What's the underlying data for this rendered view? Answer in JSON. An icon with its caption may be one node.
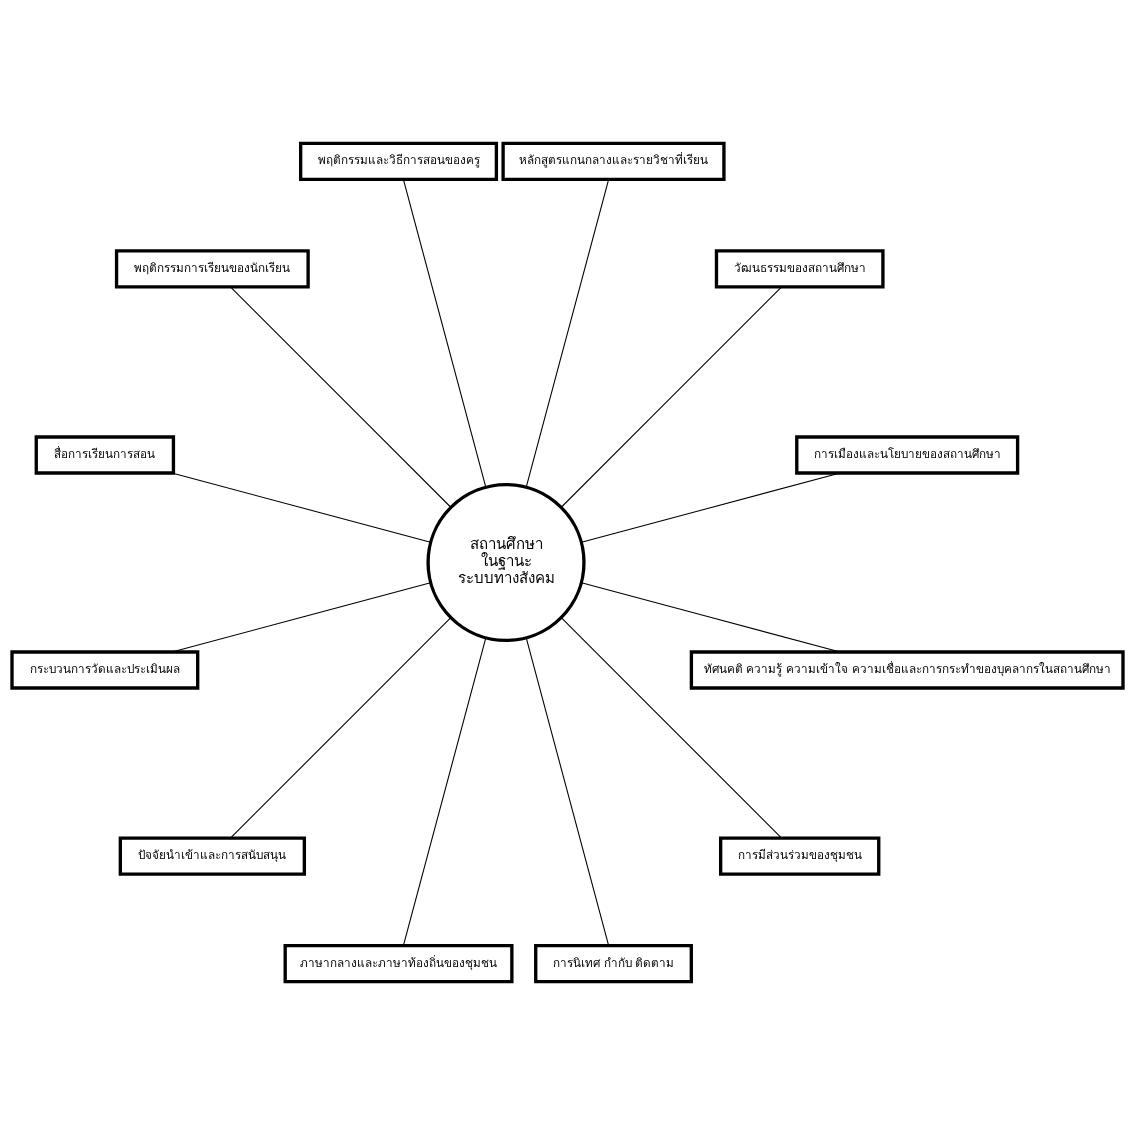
{
  "diagram": {
    "nodes": [
      {
        "text": [
          "สถานศึกษา",
          "ในฐานะ",
          "ระบบทางสังคม"
        ]
      },
      {
        "text": [
          "การเมืองและนโยบายของสถานศึกษา"
        ]
      },
      {
        "text": [
          "วัฒนธรรมของสถานศึกษา"
        ]
      },
      {
        "text": [
          "หลักสูตรแกนกลางและรายวิชาที่เรียน"
        ]
      },
      {
        "text": [
          "พฤติกรรมและวิธีการสอนของครู"
        ]
      },
      {
        "text": [
          "พฤติกรรมการเรียนของนักเรียน"
        ]
      },
      {
        "text": [
          "สื่อการเรียนการสอน"
        ]
      },
      {
        "text": [
          "กระบวนการวัดและประเมินผล"
        ]
      },
      {
        "text": [
          "ปัจจัยนำเข้าและการสนับสนุน"
        ]
      },
      {
        "text": [
          "ภาษากลางและภาษาท้องถิ่นของชุมชน"
        ]
      },
      {
        "text": [
          "การนิเทศ กำกับ ติดตาม"
        ]
      },
      {
        "text": [
          "การมีส่วนร่วมของชุมชน"
        ]
      },
      {
        "text": [
          "ทัศนคติ ความรู้ ความเข้าใจ ความเชื่อและการกระทำของบุคลากรในสถานศึกษา"
        ]
      }
    ],
    "edges": [
      {
        "from": 0,
        "to": 1,
        "arrow": "none"
      },
      {
        "from": 0,
        "to": 3,
        "arrow": "none"
      },
      {
        "from": 0,
        "to": 5,
        "arrow": "none"
      },
      {
        "from": 0,
        "to": 7,
        "arrow": "none"
      },
      {
        "from": 0,
        "to": 8,
        "arrow": "none"
      },
      {
        "from": 0,
        "to": 11,
        "arrow": "none"
      },
      {
        "from": 0,
        "to": 12,
        "arrow": "none"
      },
      {
        "from": 0,
        "to": 10,
        "arrow": "none"
      },
      {
        "from": 0,
        "to": 9,
        "arrow": "none"
      },
      {
        "from": 0,
        "to": 6,
        "arrow": "none"
      },
      {
        "from": 0,
        "to": 4,
        "arrow": "none"
      },
      {
        "from": 0,
        "to": 2,
        "arrow": "none"
      }
    ]
  }
}
